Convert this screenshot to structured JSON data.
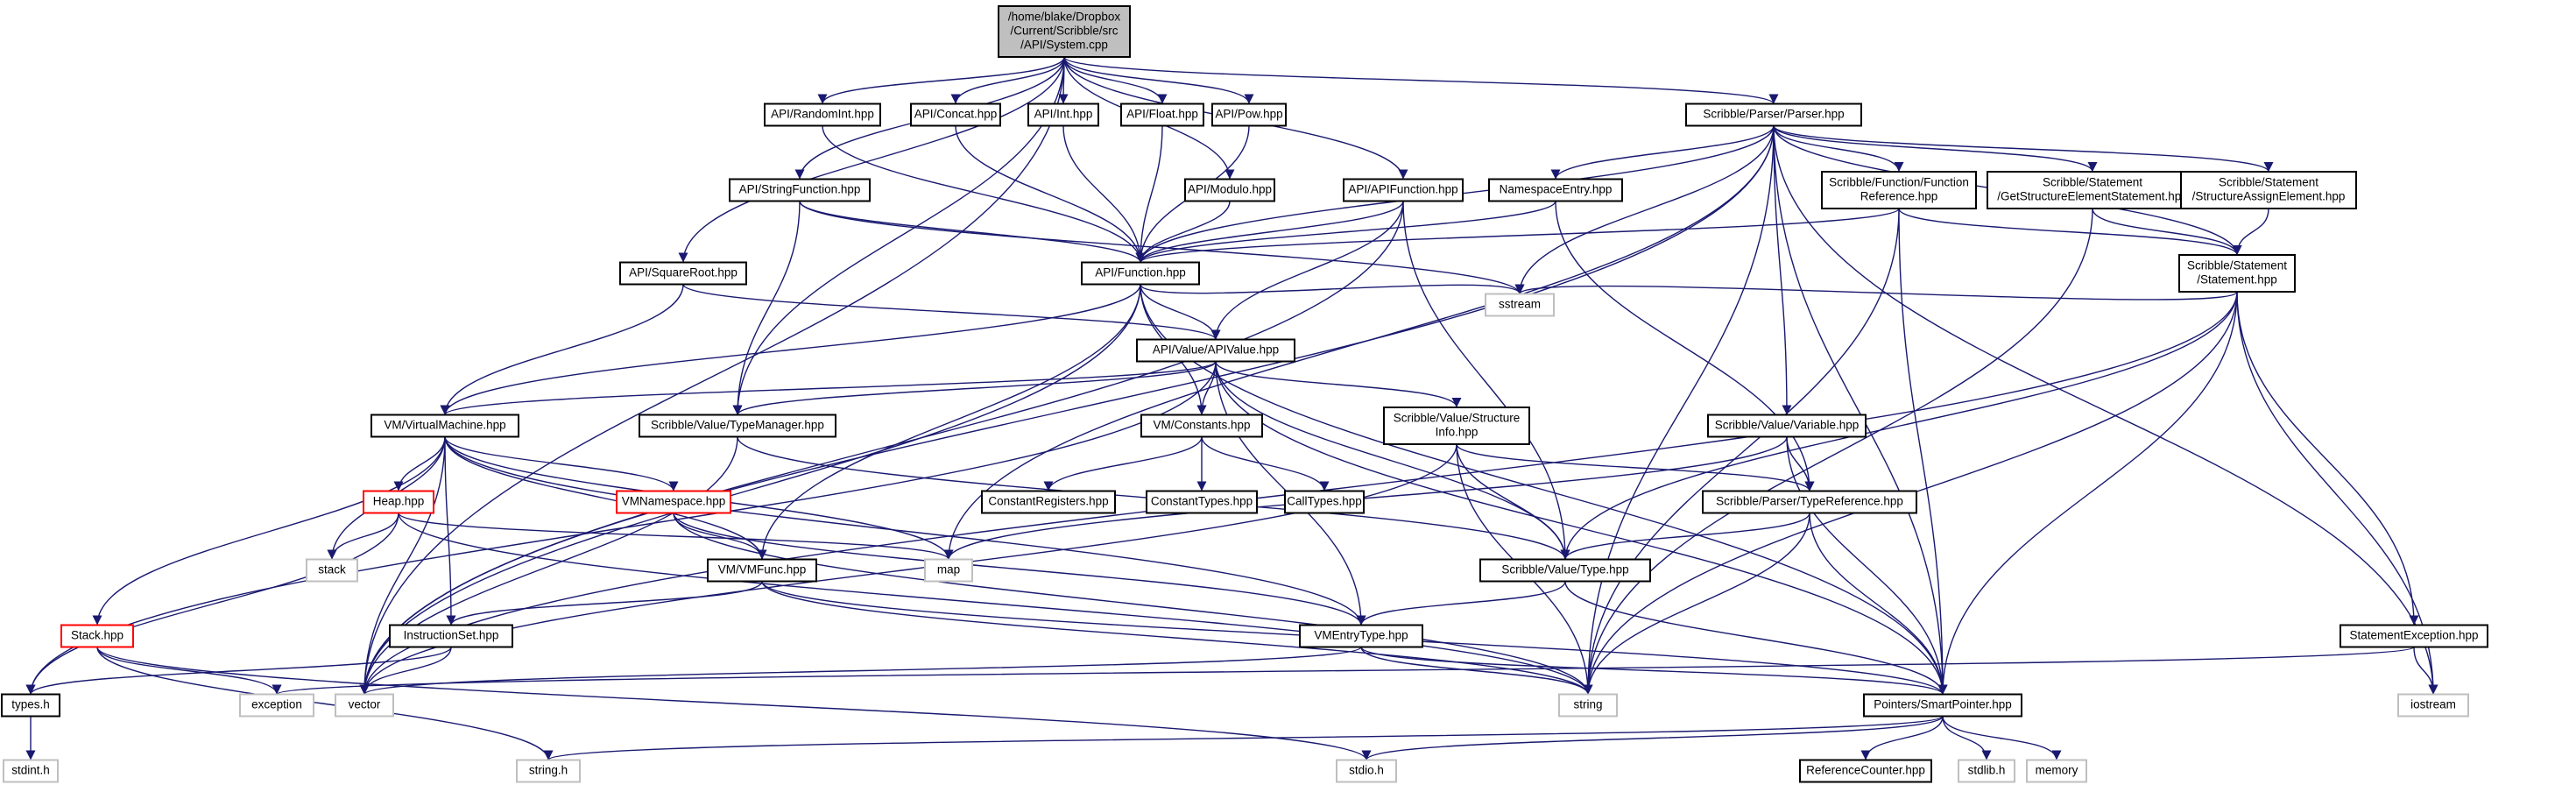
{
  "colors": {
    "edge": "#191970",
    "box_border": "#000000",
    "missing_border": "#bfbfbf",
    "truncated_border": "#ff0000",
    "root_fill": "#bfbfbf",
    "node_fill": "#ffffff"
  },
  "nodes": [
    {
      "id": "root",
      "kind": "root",
      "lines": [
        "/home/blake/Dropbox",
        "/Current/Scribble/src",
        "/API/System.cpp"
      ]
    },
    {
      "id": "randomint",
      "kind": "normal",
      "lines": [
        "API/RandomInt.hpp"
      ]
    },
    {
      "id": "concat",
      "kind": "normal",
      "lines": [
        "API/Concat.hpp"
      ]
    },
    {
      "id": "int",
      "kind": "normal",
      "lines": [
        "API/Int.hpp"
      ]
    },
    {
      "id": "float",
      "kind": "normal",
      "lines": [
        "API/Float.hpp"
      ]
    },
    {
      "id": "pow",
      "kind": "normal",
      "lines": [
        "API/Pow.hpp"
      ]
    },
    {
      "id": "parser",
      "kind": "normal",
      "lines": [
        "Scribble/Parser/Parser.hpp"
      ]
    },
    {
      "id": "stringfunction",
      "kind": "normal",
      "lines": [
        "API/StringFunction.hpp"
      ]
    },
    {
      "id": "modulo",
      "kind": "normal",
      "lines": [
        "API/Modulo.hpp"
      ]
    },
    {
      "id": "apifunction",
      "kind": "normal",
      "lines": [
        "API/APIFunction.hpp"
      ]
    },
    {
      "id": "namespaceentry",
      "kind": "normal",
      "lines": [
        "NamespaceEntry.hpp"
      ]
    },
    {
      "id": "functionreference",
      "kind": "normal",
      "lines": [
        "Scribble/Function/Function",
        "Reference.hpp"
      ]
    },
    {
      "id": "getstructure",
      "kind": "normal",
      "lines": [
        "Scribble/Statement",
        "/GetStructureElementStatement.hpp"
      ]
    },
    {
      "id": "structureassign",
      "kind": "normal",
      "lines": [
        "Scribble/Statement",
        "/StructureAssignElement.hpp"
      ]
    },
    {
      "id": "squareroot",
      "kind": "normal",
      "lines": [
        "API/SquareRoot.hpp"
      ]
    },
    {
      "id": "function",
      "kind": "normal",
      "lines": [
        "API/Function.hpp"
      ]
    },
    {
      "id": "statement",
      "kind": "normal",
      "lines": [
        "Scribble/Statement",
        "/Statement.hpp"
      ]
    },
    {
      "id": "sstream",
      "kind": "missing",
      "lines": [
        "sstream"
      ]
    },
    {
      "id": "apivalue",
      "kind": "normal",
      "lines": [
        "API/Value/APIValue.hpp"
      ]
    },
    {
      "id": "virtualmachine",
      "kind": "normal",
      "lines": [
        "VM/VirtualMachine.hpp"
      ]
    },
    {
      "id": "typemanager",
      "kind": "normal",
      "lines": [
        "Scribble/Value/TypeManager.hpp"
      ]
    },
    {
      "id": "constants",
      "kind": "normal",
      "lines": [
        "VM/Constants.hpp"
      ]
    },
    {
      "id": "structureinfo",
      "kind": "normal",
      "lines": [
        "Scribble/Value/Structure",
        "Info.hpp"
      ]
    },
    {
      "id": "variable",
      "kind": "normal",
      "lines": [
        "Scribble/Value/Variable.hpp"
      ]
    },
    {
      "id": "heap",
      "kind": "truncated",
      "lines": [
        "Heap.hpp"
      ]
    },
    {
      "id": "vmnamespace",
      "kind": "truncated",
      "lines": [
        "VMNamespace.hpp"
      ]
    },
    {
      "id": "constantregisters",
      "kind": "normal",
      "lines": [
        "ConstantRegisters.hpp"
      ]
    },
    {
      "id": "constanttypes",
      "kind": "normal",
      "lines": [
        "ConstantTypes.hpp"
      ]
    },
    {
      "id": "calltypes",
      "kind": "normal",
      "lines": [
        "CallTypes.hpp"
      ]
    },
    {
      "id": "typereference",
      "kind": "normal",
      "lines": [
        "Scribble/Parser/TypeReference.hpp"
      ]
    },
    {
      "id": "stack",
      "kind": "missing",
      "lines": [
        "stack"
      ]
    },
    {
      "id": "map",
      "kind": "missing",
      "lines": [
        "map"
      ]
    },
    {
      "id": "vmfunc",
      "kind": "normal",
      "lines": [
        "VM/VMFunc.hpp"
      ]
    },
    {
      "id": "type",
      "kind": "normal",
      "lines": [
        "Scribble/Value/Type.hpp"
      ]
    },
    {
      "id": "stackhpp",
      "kind": "truncated",
      "lines": [
        "Stack.hpp"
      ]
    },
    {
      "id": "instructionset",
      "kind": "normal",
      "lines": [
        "InstructionSet.hpp"
      ]
    },
    {
      "id": "vmentrytype",
      "kind": "normal",
      "lines": [
        "VMEntryType.hpp"
      ]
    },
    {
      "id": "statementexception",
      "kind": "normal",
      "lines": [
        "StatementException.hpp"
      ]
    },
    {
      "id": "types",
      "kind": "normal",
      "lines": [
        "types.h"
      ]
    },
    {
      "id": "exception",
      "kind": "missing",
      "lines": [
        "exception"
      ]
    },
    {
      "id": "vector",
      "kind": "missing",
      "lines": [
        "vector"
      ]
    },
    {
      "id": "string",
      "kind": "missing",
      "lines": [
        "string"
      ]
    },
    {
      "id": "smartpointer",
      "kind": "normal",
      "lines": [
        "Pointers/SmartPointer.hpp"
      ]
    },
    {
      "id": "iostream",
      "kind": "missing",
      "lines": [
        "iostream"
      ]
    },
    {
      "id": "stdint",
      "kind": "missing",
      "lines": [
        "stdint.h"
      ]
    },
    {
      "id": "stringh",
      "kind": "missing",
      "lines": [
        "string.h"
      ]
    },
    {
      "id": "stdio",
      "kind": "missing",
      "lines": [
        "stdio.h"
      ]
    },
    {
      "id": "referencecounter",
      "kind": "normal",
      "lines": [
        "ReferenceCounter.hpp"
      ]
    },
    {
      "id": "stdlib",
      "kind": "missing",
      "lines": [
        "stdlib.h"
      ]
    },
    {
      "id": "memory",
      "kind": "missing",
      "lines": [
        "memory"
      ]
    }
  ],
  "edges": [
    [
      "root",
      "randomint"
    ],
    [
      "root",
      "concat"
    ],
    [
      "root",
      "int"
    ],
    [
      "root",
      "float"
    ],
    [
      "root",
      "pow"
    ],
    [
      "root",
      "parser"
    ],
    [
      "root",
      "stringfunction"
    ],
    [
      "root",
      "modulo"
    ],
    [
      "root",
      "apifunction"
    ],
    [
      "root",
      "squareroot"
    ],
    [
      "root",
      "vector"
    ],
    [
      "root",
      "typemanager"
    ],
    [
      "randomint",
      "function"
    ],
    [
      "concat",
      "function"
    ],
    [
      "int",
      "function"
    ],
    [
      "float",
      "function"
    ],
    [
      "pow",
      "function"
    ],
    [
      "modulo",
      "function"
    ],
    [
      "stringfunction",
      "function"
    ],
    [
      "stringfunction",
      "typemanager"
    ],
    [
      "stringfunction",
      "sstream"
    ],
    [
      "apifunction",
      "function"
    ],
    [
      "apifunction",
      "apivalue"
    ],
    [
      "apifunction",
      "vector"
    ],
    [
      "apifunction",
      "type"
    ],
    [
      "squareroot",
      "apivalue"
    ],
    [
      "squareroot",
      "virtualmachine"
    ],
    [
      "parser",
      "function"
    ],
    [
      "parser",
      "namespaceentry"
    ],
    [
      "parser",
      "functionreference"
    ],
    [
      "parser",
      "getstructure"
    ],
    [
      "parser",
      "structureassign"
    ],
    [
      "parser",
      "statement"
    ],
    [
      "parser",
      "variable"
    ],
    [
      "parser",
      "sstream"
    ],
    [
      "parser",
      "map"
    ],
    [
      "parser",
      "string"
    ],
    [
      "parser",
      "smartpointer"
    ],
    [
      "parser",
      "iostream"
    ],
    [
      "parser",
      "vector"
    ],
    [
      "namespaceentry",
      "function"
    ],
    [
      "namespaceentry",
      "typereference"
    ],
    [
      "functionreference",
      "function"
    ],
    [
      "functionreference",
      "statement"
    ],
    [
      "functionreference",
      "string"
    ],
    [
      "functionreference",
      "smartpointer"
    ],
    [
      "getstructure",
      "statement"
    ],
    [
      "getstructure",
      "string"
    ],
    [
      "structureassign",
      "statement"
    ],
    [
      "statement",
      "sstream"
    ],
    [
      "statement",
      "type"
    ],
    [
      "statement",
      "statementexception"
    ],
    [
      "statement",
      "smartpointer"
    ],
    [
      "statement",
      "string"
    ],
    [
      "statement",
      "iostream"
    ],
    [
      "statement",
      "vector"
    ],
    [
      "function",
      "sstream"
    ],
    [
      "function",
      "apivalue"
    ],
    [
      "function",
      "virtualmachine"
    ],
    [
      "function",
      "constants"
    ],
    [
      "function",
      "vmfunc"
    ],
    [
      "function",
      "vector"
    ],
    [
      "function",
      "smartpointer"
    ],
    [
      "apivalue",
      "virtualmachine"
    ],
    [
      "apivalue",
      "typemanager"
    ],
    [
      "apivalue",
      "constants"
    ],
    [
      "apivalue",
      "structureinfo"
    ],
    [
      "apivalue",
      "vmentrytype"
    ],
    [
      "apivalue",
      "type"
    ],
    [
      "apivalue",
      "types"
    ],
    [
      "apivalue",
      "smartpointer"
    ],
    [
      "virtualmachine",
      "heap"
    ],
    [
      "virtualmachine",
      "vmnamespace"
    ],
    [
      "virtualmachine",
      "stack"
    ],
    [
      "virtualmachine",
      "map"
    ],
    [
      "virtualmachine",
      "vmfunc"
    ],
    [
      "virtualmachine",
      "stackhpp"
    ],
    [
      "virtualmachine",
      "instructionset"
    ],
    [
      "virtualmachine",
      "vmentrytype"
    ],
    [
      "virtualmachine",
      "vector"
    ],
    [
      "typemanager",
      "type"
    ],
    [
      "typemanager",
      "vector"
    ],
    [
      "constants",
      "constantregisters"
    ],
    [
      "constants",
      "constanttypes"
    ],
    [
      "constants",
      "calltypes"
    ],
    [
      "structureinfo",
      "typereference"
    ],
    [
      "structureinfo",
      "type"
    ],
    [
      "structureinfo",
      "string"
    ],
    [
      "structureinfo",
      "vector"
    ],
    [
      "variable",
      "typereference"
    ],
    [
      "variable",
      "map"
    ],
    [
      "variable",
      "smartpointer"
    ],
    [
      "heap",
      "map"
    ],
    [
      "heap",
      "stack"
    ],
    [
      "heap",
      "types"
    ],
    [
      "heap",
      "string"
    ],
    [
      "vmnamespace",
      "vmfunc"
    ],
    [
      "vmnamespace",
      "vmentrytype"
    ],
    [
      "vmnamespace",
      "string"
    ],
    [
      "typereference",
      "type"
    ],
    [
      "typereference",
      "string"
    ],
    [
      "typereference",
      "smartpointer"
    ],
    [
      "vmfunc",
      "instructionset"
    ],
    [
      "vmfunc",
      "string"
    ],
    [
      "vmfunc",
      "smartpointer"
    ],
    [
      "type",
      "vmentrytype"
    ],
    [
      "type",
      "smartpointer"
    ],
    [
      "stackhpp",
      "exception"
    ],
    [
      "stackhpp",
      "stringh"
    ],
    [
      "stackhpp",
      "stdio"
    ],
    [
      "instructionset",
      "types"
    ],
    [
      "instructionset",
      "vector"
    ],
    [
      "vmentrytype",
      "string"
    ],
    [
      "vmentrytype",
      "smartpointer"
    ],
    [
      "vmentrytype",
      "vector"
    ],
    [
      "statementexception",
      "iostream"
    ],
    [
      "statementexception",
      "exception"
    ],
    [
      "types",
      "stdint"
    ],
    [
      "smartpointer",
      "stringh"
    ],
    [
      "smartpointer",
      "stdio"
    ],
    [
      "smartpointer",
      "referencecounter"
    ],
    [
      "smartpointer",
      "stdlib"
    ],
    [
      "smartpointer",
      "memory"
    ]
  ]
}
